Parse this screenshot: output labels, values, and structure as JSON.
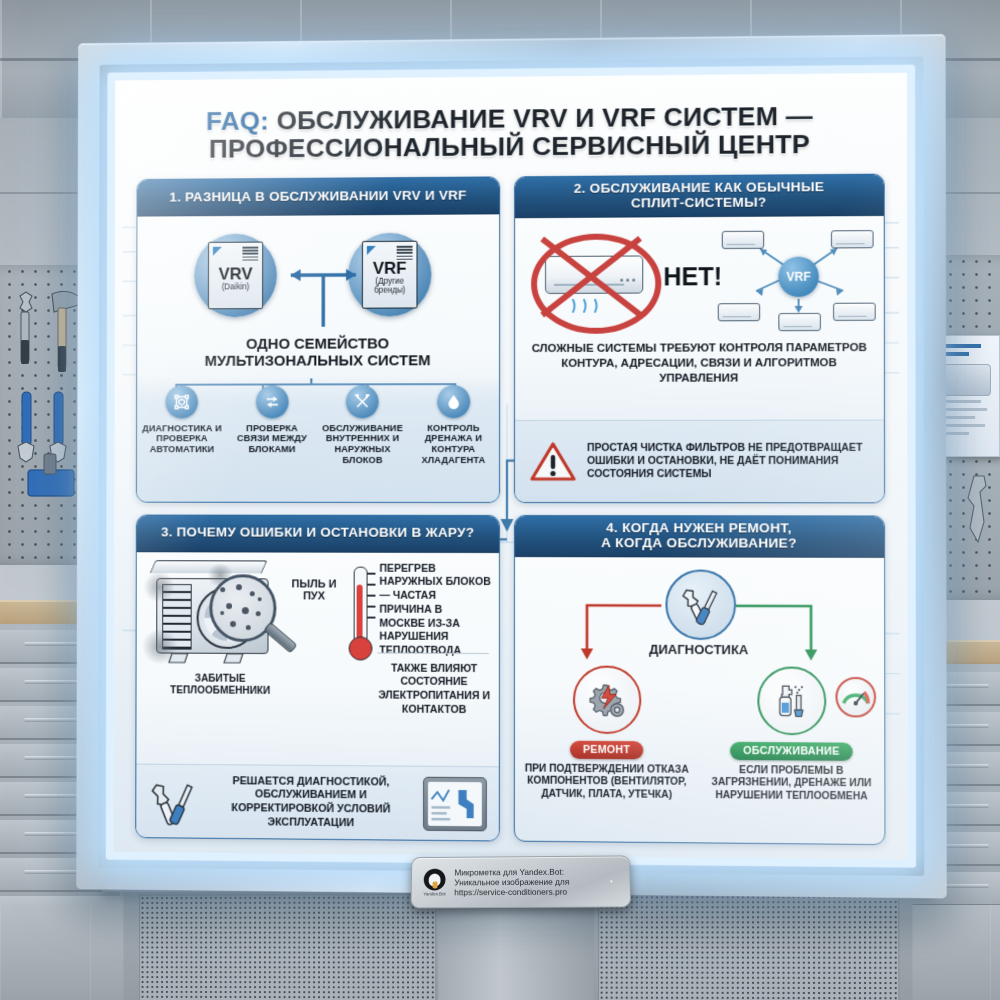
{
  "headline": {
    "faq": "FAQ:",
    "line1_rest": "ОБСЛУЖИВАНИЕ VRV И VRF СИСТЕМ —",
    "line2": "ПРОФЕССИОНАЛЬНЫЙ СЕРВИСНЫЙ ЦЕНТР"
  },
  "card1": {
    "header": "1. РАЗНИЦА В ОБСЛУЖИВАНИИ VRV И VRF",
    "node_left": {
      "title": "VRV",
      "subtitle": "(Daikin)"
    },
    "node_right": {
      "title": "VRF",
      "subtitle": "(Другие бренды)"
    },
    "subtitle_line1": "ОДНО СЕМЕЙСТВО",
    "subtitle_line2": "МУЛЬТИЗОНАЛЬНЫХ СИСТЕМ",
    "icons": [
      {
        "icon": "automation-check-icon",
        "label": "ДИАГНОСТИКА И ПРОВЕРКА АВТОМАТИКИ"
      },
      {
        "icon": "data-exchange-icon",
        "label": "ПРОВЕРКА СВЯЗИ МЕЖДУ БЛОКАМИ"
      },
      {
        "icon": "tools-icon",
        "label": "ОБСЛУЖИВАНИЕ ВНУТРЕННИХ И НАРУЖНЫХ БЛОКОВ"
      },
      {
        "icon": "water-drop-icon",
        "label": "КОНТРОЛЬ ДРЕНАЖА И КОНТУРА ХЛАДАГЕНТА"
      }
    ]
  },
  "card2": {
    "header_line1": "2. ОБСЛУЖИВАНИЕ КАК ОБЫЧНЫЕ",
    "header_line2": "СПЛИТ-СИСТЕМЫ?",
    "answer": "НЕТ!",
    "hub_label": "VRF",
    "text_block": "СЛОЖНЫЕ СИСТЕМЫ ТРЕБУЮТ КОНТРОЛЯ ПАРАМЕТРОВ КОНТУРА, АДРЕСАЦИИ, СВЯЗИ И АЛГОРИТМОВ УПРАВЛЕНИЯ",
    "warning": "ПРОСТАЯ ЧИСТКА ФИЛЬТРОВ НЕ ПРЕДОТВРАЩАЕТ ОШИБКИ И ОСТАНОВКИ, НЕ ДАЁТ ПОНИМАНИЯ СОСТОЯНИЯ СИСТЕМЫ"
  },
  "card3": {
    "header": "3. ПОЧЕМУ ОШИБКИ И ОСТАНОВКИ В ЖАРУ?",
    "dust_label": "ПЫЛЬ И ПУХ",
    "caption": "ЗАБИТЫЕ ТЕПЛООБМЕННИКИ",
    "text_main": "ПЕРЕГРЕВ НАРУЖНЫХ БЛОКОВ — ЧАСТАЯ ПРИЧИНА В МОСКВЕ ИЗ-ЗА НАРУШЕНИЯ ТЕПЛООТВОДА",
    "text_second": "ТАКЖЕ ВЛИЯЮТ СОСТОЯНИЕ ЭЛЕКТРОПИТАНИЯ И КОНТАКТОВ",
    "bottom_text": "РЕШАЕТСЯ ДИАГНОСТИКОЙ, ОБСЛУЖИВАНИЕМ И КОРРЕКТИРОВКОЙ УСЛОВИЙ ЭКСПЛУАТАЦИИ"
  },
  "card4": {
    "header_line1": "4. КОГДА НУЖЕН РЕМОНТ,",
    "header_line2": "А КОГДА ОБСЛУЖИВАНИЕ?",
    "center_label": "ДИАГНОСТИКА",
    "left_badge": "РЕМОНТ",
    "left_text": "ПРИ ПОДТВЕРЖДЕНИИ ОТКАЗА КОМПОНЕНТОВ (ВЕНТИЛЯТОР, ДАТЧИК, ПЛАТА, УТЕЧКА)",
    "right_badge": "ОБСЛУЖИВАНИЕ",
    "right_text": "ЕСЛИ ПРОБЛЕМЫ В ЗАГРЯЗНЕНИИ, ДРЕНАЖЕ ИЛИ НАРУШЕНИИ ТЕПЛООБМЕНА"
  },
  "watermark": {
    "logo_caption": "Yandex.Bot",
    "line1": "Микрометка для Yandex.Bot:",
    "line2": "Уникальное изображение для",
    "line3": "https://service-conditioners.pro"
  },
  "colors": {
    "header_blue": "#22537f",
    "accent_blue": "#2f6ea6",
    "red": "#c0392b",
    "green": "#1e8b4d",
    "text_dark": "#111821"
  }
}
